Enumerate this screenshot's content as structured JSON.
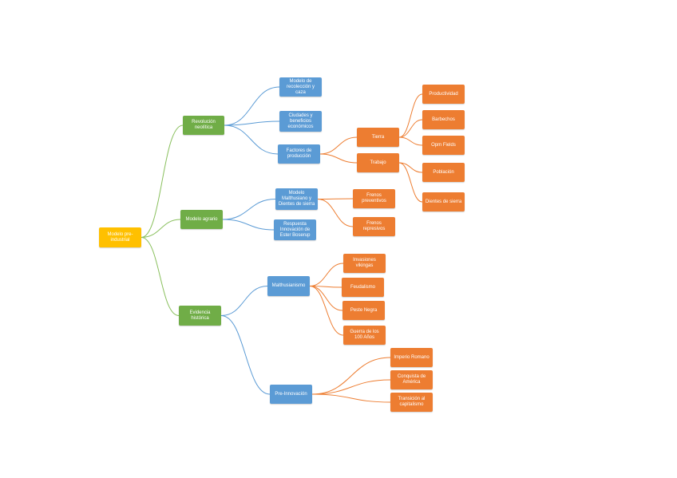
{
  "colors": {
    "root": "#ffc000",
    "level1": "#70ad47",
    "level2": "#5b9bd5",
    "level3": "#ed7d31",
    "link_level1": "#8ac05e",
    "link_level2": "#5b9bd5",
    "link_level3": "#ed7d31"
  },
  "nodes": {
    "root": "Modelo pre-industrial",
    "revolucion": "Revolución neolítica",
    "agrario": "Modelo agrario",
    "evidencia": "Evidencia histórica",
    "recoleccion": "Modelo de recolección y caza",
    "ciudades": "Ciudades y beneficios económicos",
    "factores": "Factores de producción",
    "tierra": "Tierra",
    "trabajo": "Trabajo",
    "productividad": "Productividad",
    "barbechos": "Barbechos",
    "openfields": "Opm Fields",
    "poblacion": "Población",
    "dientes": "Dientes de sierra",
    "malthusiano": "Modelo Malthusiano y Dientes de sierra",
    "boserup": "Respuesta Innovación de Ester Boserup",
    "preventivos": "Frenos preventivos",
    "represivos": "Frenos represivos",
    "malthusianismo": "Malthusianismo",
    "preinnovacion": "Pre-Innovación",
    "invasiones": "Invasiones vikingas",
    "feudalismo": "Feudalismo",
    "peste": "Peste Negra",
    "guerra": "Guerra de los 100 Años",
    "imperio": "Imperio Romano",
    "conquista": "Conquista de América",
    "transicion": "Transición al capitalismo"
  }
}
